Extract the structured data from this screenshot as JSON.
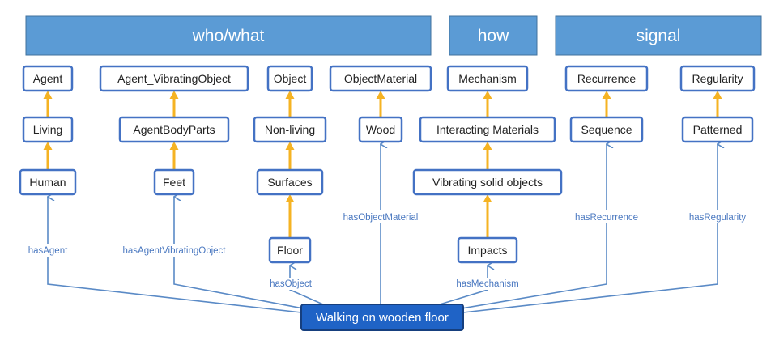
{
  "headers": {
    "who_what": "who/what",
    "how": "how",
    "signal": "signal"
  },
  "nodes": {
    "agent": "Agent",
    "living": "Living",
    "human": "Human",
    "agent_vibrating_object": "Agent_VibratingObject",
    "agent_body_parts": "AgentBodyParts",
    "feet": "Feet",
    "object": "Object",
    "non_living": "Non-living",
    "surfaces": "Surfaces",
    "floor": "Floor",
    "object_material": "ObjectMaterial",
    "wood": "Wood",
    "mechanism": "Mechanism",
    "interacting_materials": "Interacting Materials",
    "vibrating_solid_objects": "Vibrating solid objects",
    "impacts": "Impacts",
    "recurrence": "Recurrence",
    "sequence": "Sequence",
    "regularity": "Regularity",
    "patterned": "Patterned"
  },
  "root": "Walking on wooden floor",
  "edge_labels": {
    "has_agent": "hasAgent",
    "has_agent_vibrating_object": "hasAgentVibratingObject",
    "has_object": "hasObject",
    "has_object_material": "hasObjectMaterial",
    "has_mechanism": "hasMechanism",
    "has_recurrence": "hasRecurrence",
    "has_regularity": "hasRegularity"
  },
  "colors": {
    "header_fill": "#5b9bd5",
    "node_border": "#4472c4",
    "root_fill": "#1f63c6",
    "subclass_arrow": "#f5b323",
    "relation_arrow": "#5a8ac6"
  }
}
